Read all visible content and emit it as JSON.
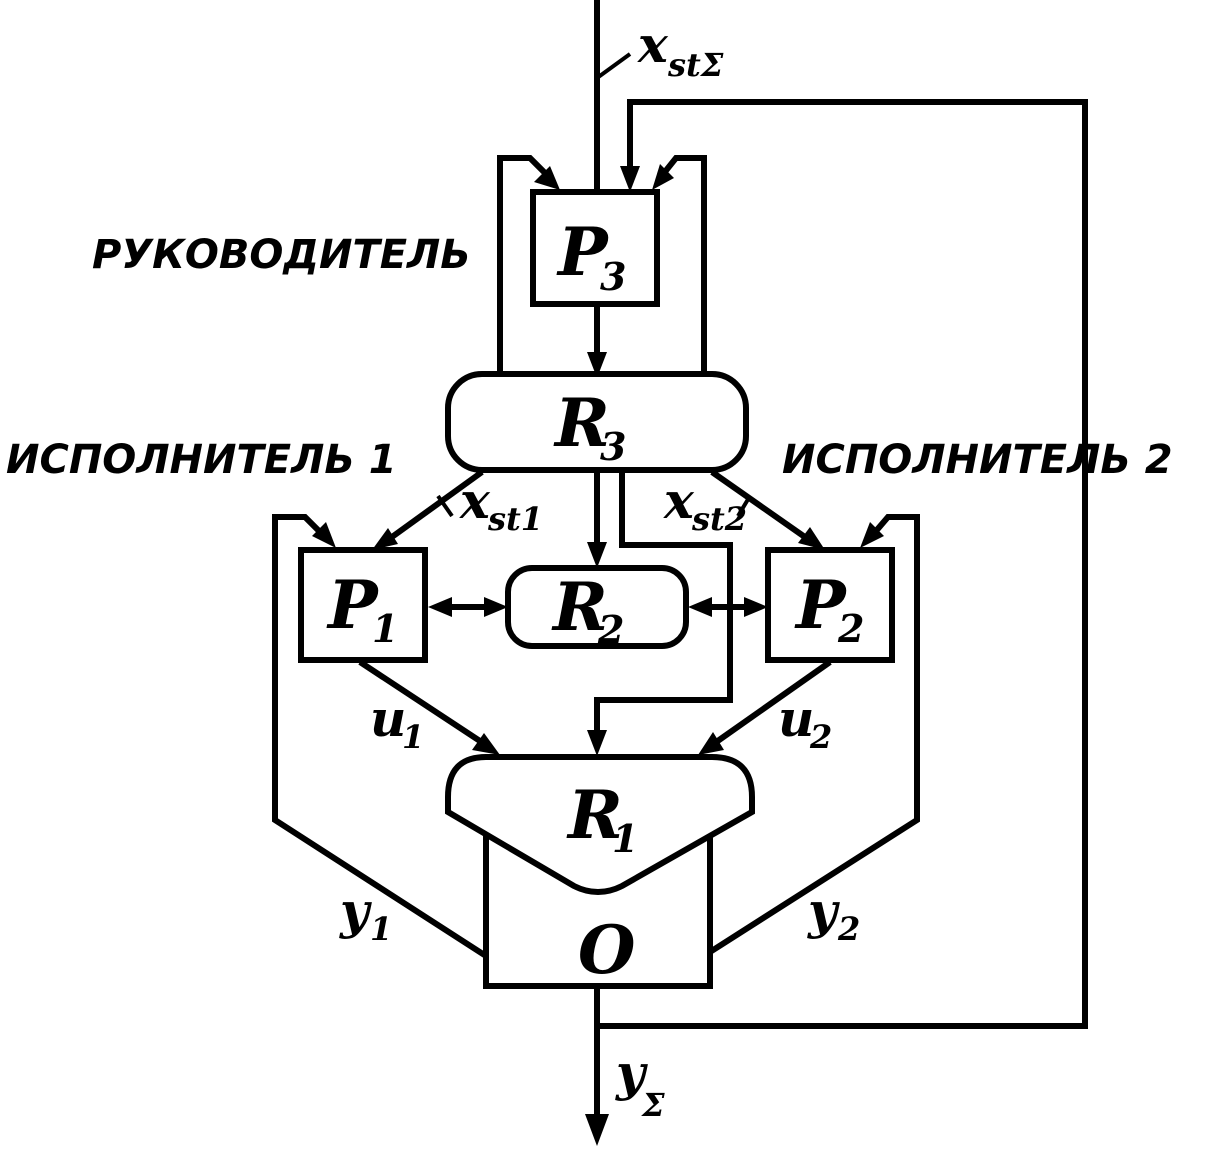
{
  "blocks": {
    "p3": {
      "main": "P",
      "sub": "3"
    },
    "r3": {
      "main": "R",
      "sub": "3"
    },
    "p1": {
      "main": "P",
      "sub": "1"
    },
    "r2": {
      "main": "R",
      "sub": "2"
    },
    "p2": {
      "main": "P",
      "sub": "2"
    },
    "r1": {
      "main": "R",
      "sub": "1"
    },
    "o": {
      "main": "O"
    }
  },
  "roles": {
    "leader": "РУКОВОДИТЕЛЬ",
    "executor1": "ИСПОЛНИТЕЛЬ 1",
    "executor2": "ИСПОЛНИТЕЛЬ 2"
  },
  "signals": {
    "x_st_sigma": {
      "main": "x",
      "sub": "stΣ"
    },
    "x_st1": {
      "main": "x",
      "sub": "st1"
    },
    "x_st2": {
      "main": "x",
      "sub": "st2"
    },
    "u1": {
      "main": "u",
      "sub": "1"
    },
    "u2": {
      "main": "u",
      "sub": "2"
    },
    "y1": {
      "main": "y",
      "sub": "1"
    },
    "y2": {
      "main": "y",
      "sub": "2"
    },
    "y_sigma": {
      "main": "y",
      "sub": "Σ"
    }
  }
}
